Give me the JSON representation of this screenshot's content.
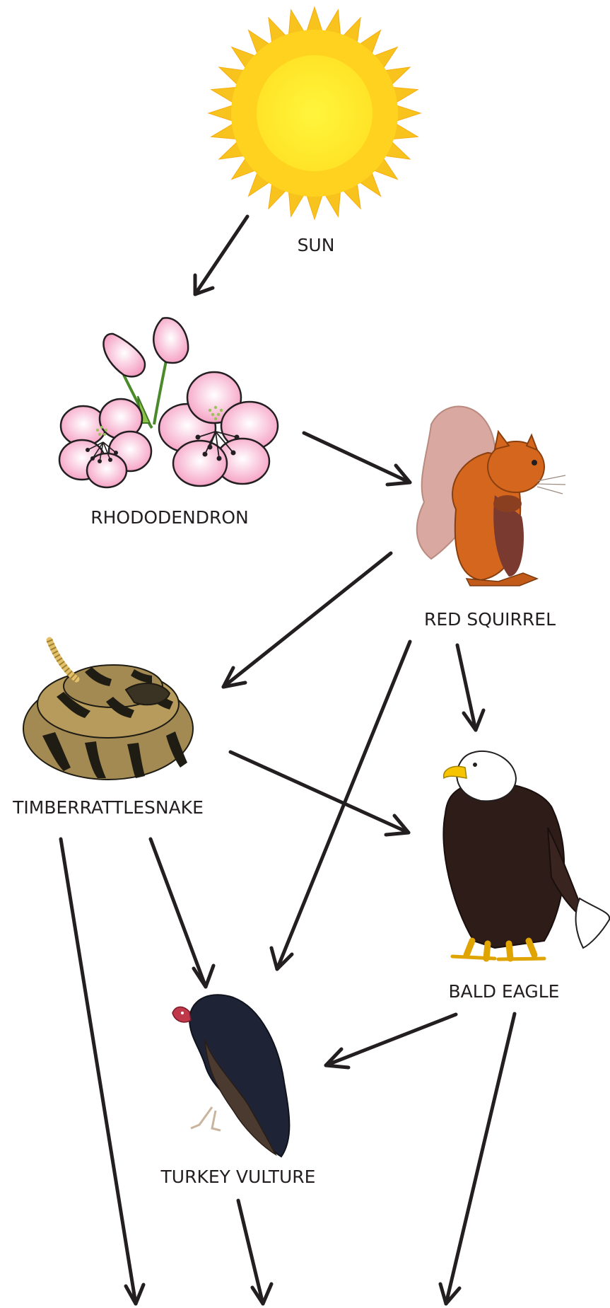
{
  "organisms": {
    "sun": "SUN",
    "rhododendron": "RHODODENDRON",
    "red_squirrel": "RED SQUIRREL",
    "timber_rattlesnake": "TIMBERRATTLESNAKE",
    "bald_eagle": "BALD EAGLE",
    "turkey_vulture": "TURKEY VULTURE"
  },
  "links": [
    {
      "from": "sun",
      "to": "rhododendron"
    },
    {
      "from": "rhododendron",
      "to": "red_squirrel"
    },
    {
      "from": "red_squirrel",
      "to": "timber_rattlesnake"
    },
    {
      "from": "red_squirrel",
      "to": "turkey_vulture"
    },
    {
      "from": "red_squirrel",
      "to": "bald_eagle"
    },
    {
      "from": "timber_rattlesnake",
      "to": "bald_eagle"
    },
    {
      "from": "timber_rattlesnake",
      "to": "turkey_vulture"
    },
    {
      "from": "bald_eagle",
      "to": "turkey_vulture"
    },
    {
      "from": "timber_rattlesnake",
      "to": "off_page"
    },
    {
      "from": "turkey_vulture",
      "to": "off_page"
    },
    {
      "from": "bald_eagle",
      "to": "off_page"
    }
  ],
  "colors": {
    "arrow": "#231f20",
    "sun_rays": "#f8c31c",
    "sun_core": "#fff23a",
    "petal": "#f3a3c3",
    "squirrel_body": "#d4661e",
    "squirrel_tail": "#d9a8a0",
    "snake_tan": "#a38a52",
    "snake_dark": "#1f1c14",
    "eagle_body": "#2e1c18",
    "eagle_beak": "#f6c400",
    "vulture_body": "#1e2435",
    "vulture_head": "#c0394b"
  }
}
